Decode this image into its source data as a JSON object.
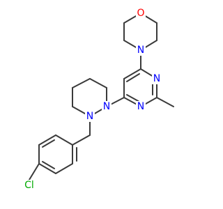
{
  "molecule": {
    "colors": {
      "bond": "#3a3a3a",
      "N": "#0000ff",
      "O": "#ff0000",
      "Cl": "#00aa00"
    },
    "atoms": {
      "morpholine_O": "O",
      "morpholine_N": "N",
      "pyrimidine_N1": "N",
      "pyrimidine_N3": "N",
      "piperazine_N1": "N",
      "piperazine_N4": "N",
      "chloro": "Cl"
    }
  }
}
